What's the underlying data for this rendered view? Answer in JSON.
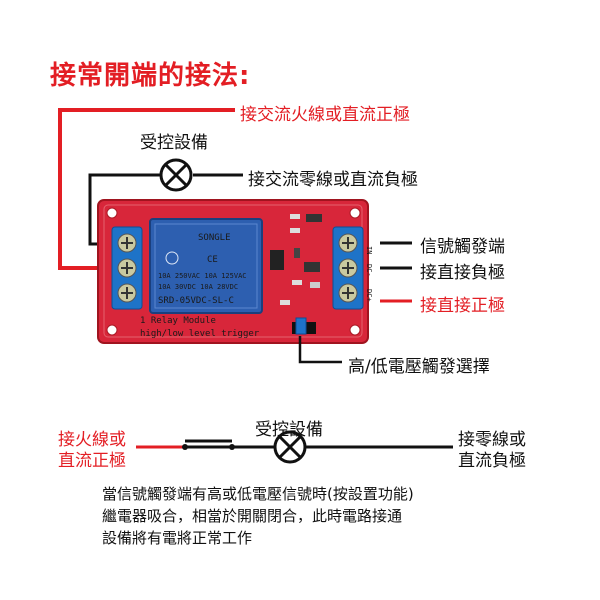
{
  "title": "接常開端的接法:",
  "labels": {
    "live_or_dc_pos": "接交流火線或直流正極",
    "controlled_device": "受控設備",
    "neutral_or_dc_neg": "接交流零線或直流負極",
    "signal_trigger": "信號觸發端",
    "direct_negative": "接直接負極",
    "direct_positive": "接直接正極",
    "trigger_select": "高/低電壓觸發選擇"
  },
  "relay": {
    "brand": "SONGLE",
    "spec_line_1": "10A 250VAC 10A 125VAC",
    "spec_line_2": "10A 30VDC 10A 28VDC",
    "model": "SRD-05VDC-SL-C",
    "board_line_1": "1 Relay Module",
    "board_line_2": "high/low level trigger",
    "pin_labels": [
      "IN",
      "DC-",
      "DC+"
    ]
  },
  "bottom": {
    "left_label_1": "接火線或",
    "left_label_2": "直流正極",
    "device_label": "受控設備",
    "right_label_1": "接零線或",
    "right_label_2": "直流負極",
    "desc_line_1": "當信號觸發端有高或低電壓信號時(按設置功能)",
    "desc_line_2": "繼電器吸合，相當於開關閉合，此時電路接通",
    "desc_line_3": "設備將有電將正常工作"
  },
  "colors": {
    "red": "#e31e24",
    "board": "#d8263a",
    "relay": "#2d5fb0",
    "terminal": "#1e73c8"
  }
}
